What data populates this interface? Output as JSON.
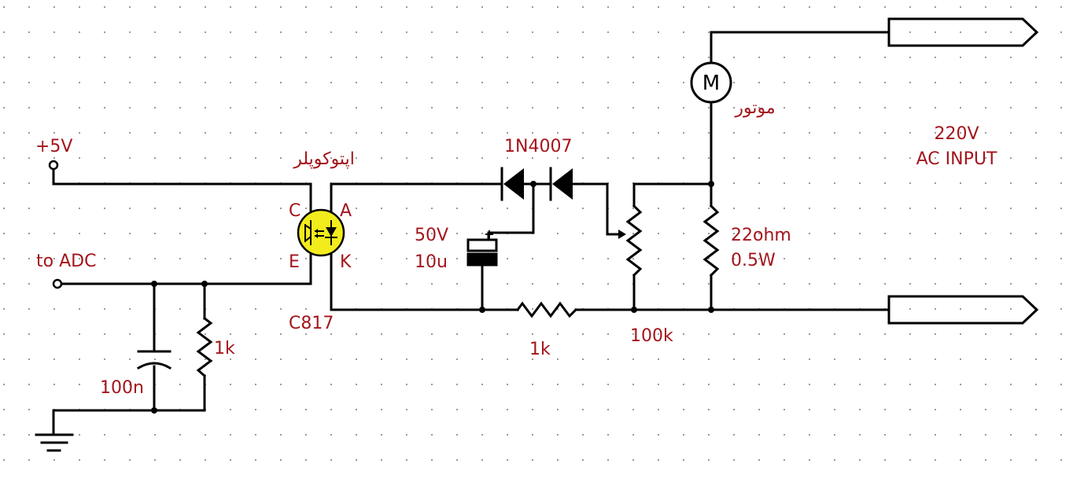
{
  "colors": {
    "wire": "#000000",
    "label": "#a3151c",
    "optocoupler_fill": "#f2ec1c",
    "grid": "#9a9a9a",
    "background": "#ffffff"
  },
  "labels": {
    "vcc": "+5V",
    "adc": "to ADC",
    "optocoupler_name": "اپتوکوپلر",
    "optocoupler_part": "C817",
    "pin_c": "C",
    "pin_e": "E",
    "pin_a": "A",
    "pin_k": "K",
    "diode": "1N4007",
    "cap_voltage": "50V",
    "cap_value": "10u",
    "resistor_series": "1k",
    "pot": "100k",
    "shunt_value": "22ohm",
    "shunt_power": "0.5W",
    "motor_name": "موتور",
    "motor_symbol": "M",
    "ac_line1": "220V",
    "ac_line2": "AC INPUT",
    "filter_res": "1k",
    "filter_cap": "100n"
  },
  "icons": [
    "ground-icon",
    "motor-icon",
    "diode-icon",
    "resistor-icon",
    "capacitor-icon",
    "potentiometer-icon",
    "optocoupler-icon",
    "terminal-icon"
  ]
}
